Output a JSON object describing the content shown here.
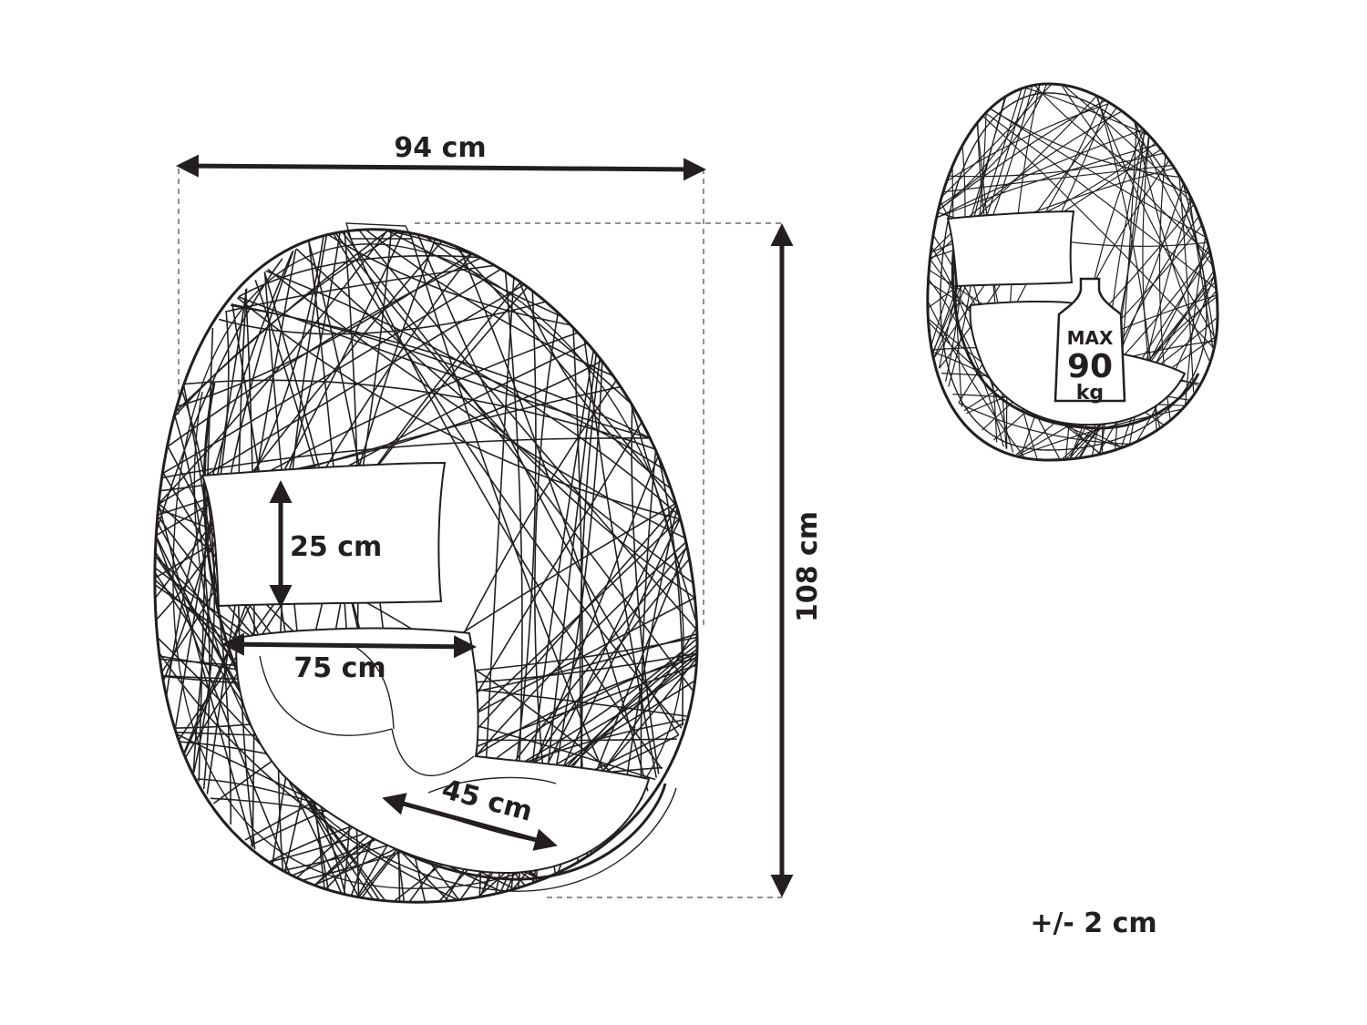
{
  "dimensions": {
    "width": "94 cm",
    "height": "108 cm",
    "pillow_height": "25 cm",
    "seat_width": "75 cm",
    "seat_depth": "45 cm",
    "tolerance": "+/- 2 cm"
  },
  "max_load": {
    "line1": "MAX",
    "line2": "90",
    "line3": "kg"
  }
}
